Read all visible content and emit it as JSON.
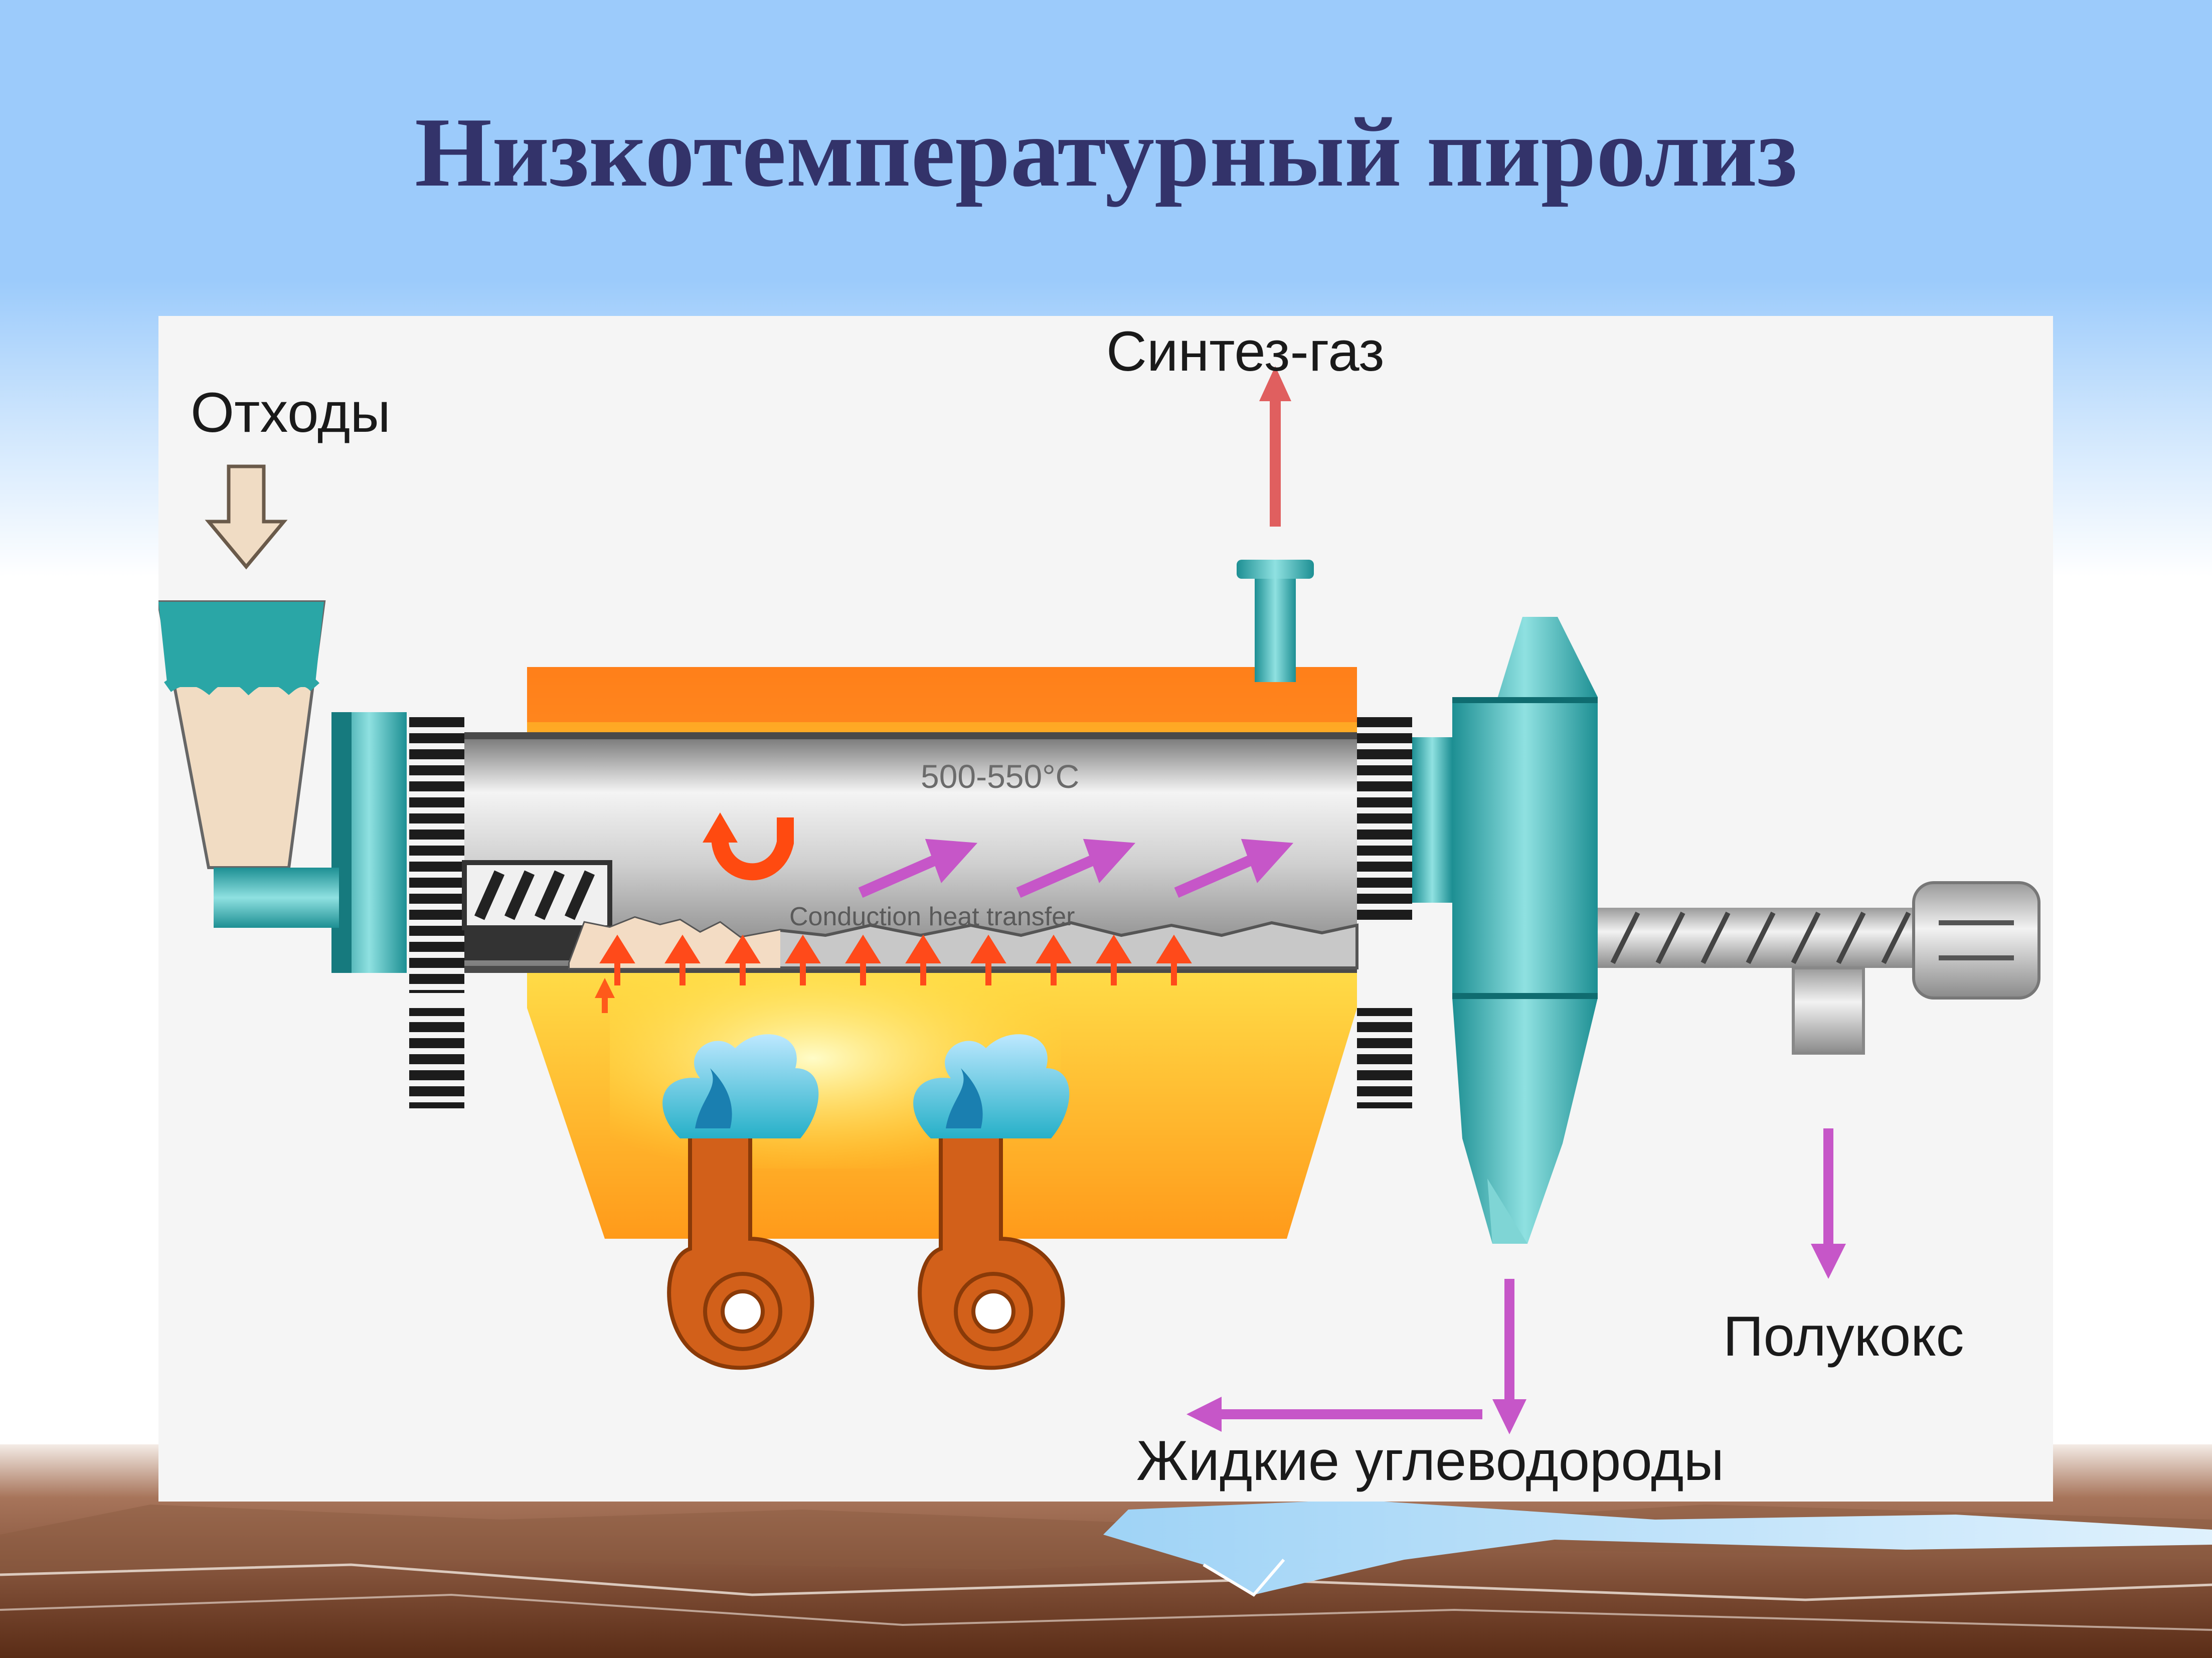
{
  "slide": {
    "title": "Низкотемпературный пиролиз"
  },
  "diagram": {
    "labels": {
      "input_waste": "Отходы",
      "output_syngas": "Синтез-газ",
      "output_semicoke": "Полукокс",
      "output_liquid": "Жидкие углеводороды",
      "temperature": "500-550°C",
      "heat_transfer": "Conduction heat transfer"
    }
  },
  "colors": {
    "background_top": "#9ccbfb",
    "title": "#33336a",
    "furnace": "#ffcc00",
    "teal": "#2aa6a6",
    "burner": "#d2601a",
    "arrow_pink": "#c060c8",
    "arrow_red": "#e05040",
    "ground_brown": "#6b3c24"
  }
}
